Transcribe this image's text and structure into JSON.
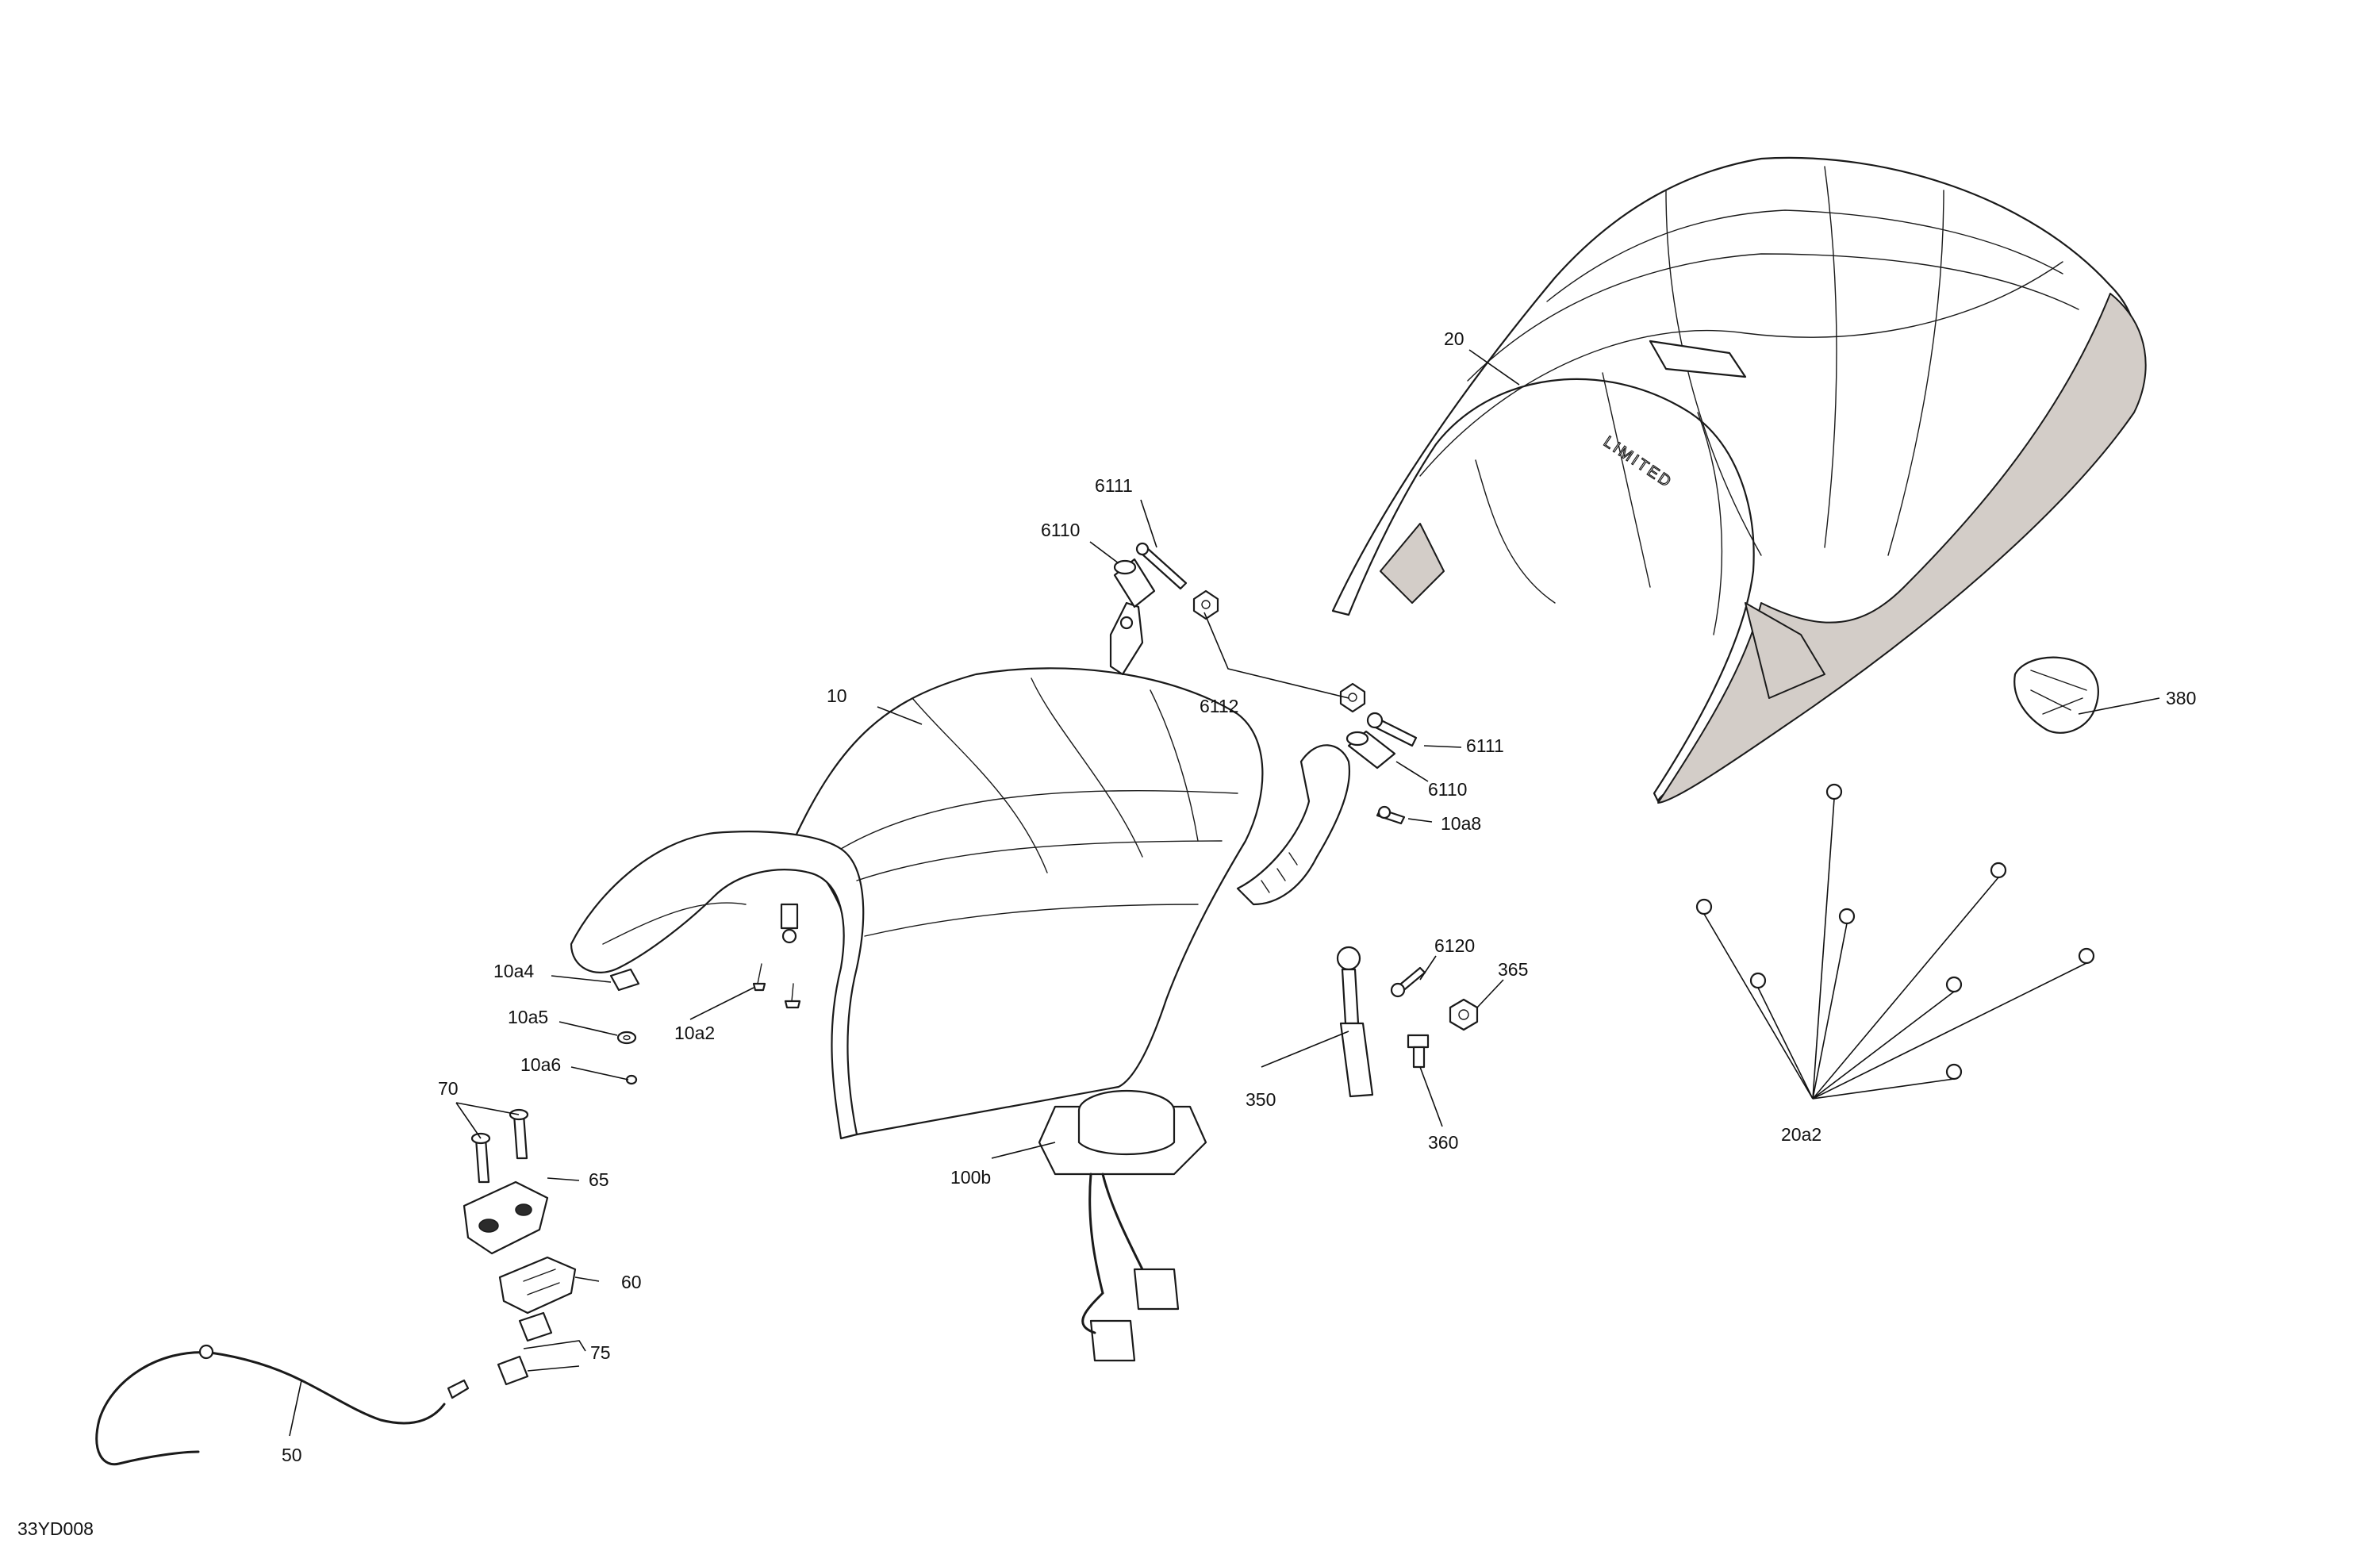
{
  "diagram_ref": "33YD008",
  "seat_logo": "LIMITED",
  "callouts": {
    "c20": "20",
    "c380": "380",
    "c6111a": "6111",
    "c6110a": "6110",
    "c6112": "6112",
    "c6111b": "6111",
    "c6110b": "6110",
    "c10": "10",
    "c10a8": "10a8",
    "c6120": "6120",
    "c365": "365",
    "c10a4": "10a4",
    "c10a5": "10a5",
    "c10a2": "10a2",
    "c10a6": "10a6",
    "c350": "350",
    "c360": "360",
    "c20a2": "20a2",
    "c70": "70",
    "c65": "65",
    "c100b": "100b",
    "c60": "60",
    "c75": "75",
    "c50": "50"
  }
}
